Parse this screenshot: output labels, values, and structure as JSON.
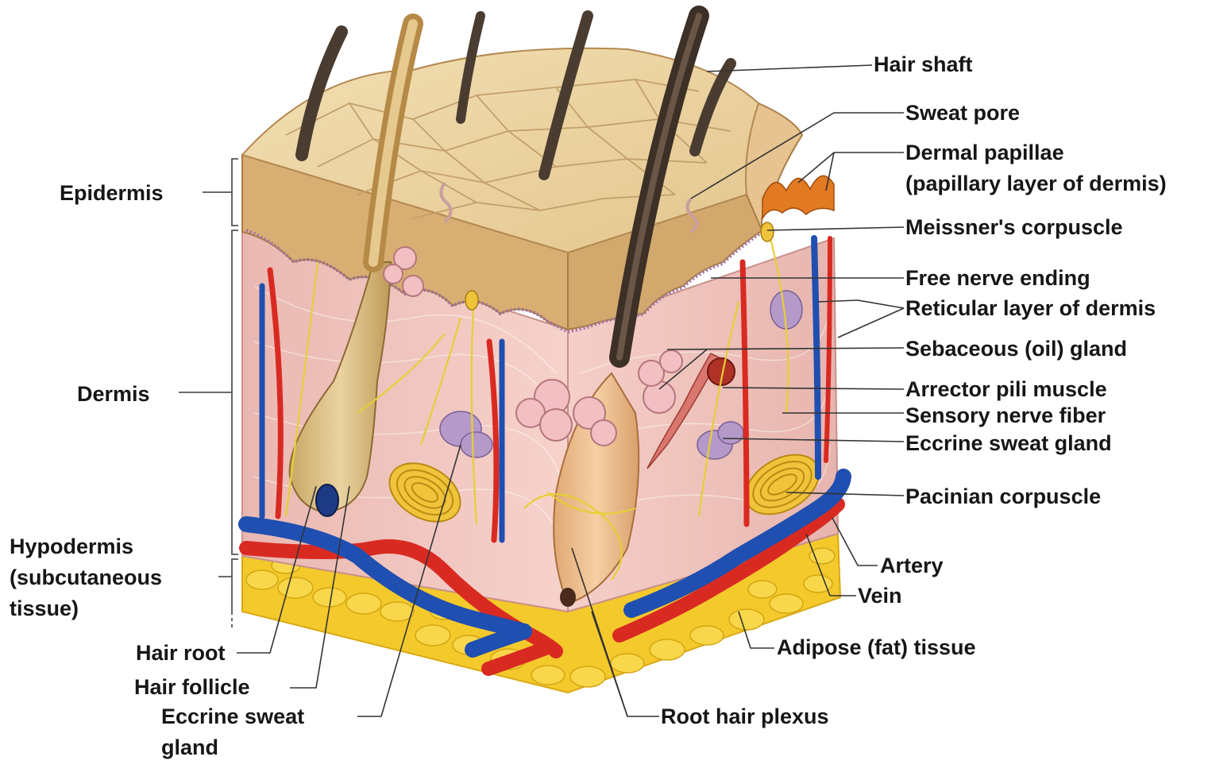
{
  "labels": {
    "left": {
      "epidermis": "Epidermis",
      "dermis": "Dermis",
      "hypodermis_line1": "Hypodermis",
      "hypodermis_line2": "(subcutaneous",
      "hypodermis_line3": "tissue)"
    },
    "bottom": {
      "hair_root": "Hair root",
      "hair_follicle": "Hair follicle",
      "eccrine_line1": "Eccrine sweat",
      "eccrine_line2": "gland",
      "root_hair_plexus": "Root hair plexus",
      "adipose": "Adipose (fat) tissue"
    },
    "right": {
      "hair_shaft": "Hair shaft",
      "sweat_pore": "Sweat pore",
      "dermal_papillae_line1": "Dermal papillae",
      "dermal_papillae_line2": "(papillary layer of dermis)",
      "meissner": "Meissner's corpuscle",
      "free_nerve": "Free nerve ending",
      "reticular": "Reticular layer of dermis",
      "sebaceous": "Sebaceous (oil) gland",
      "arrector": "Arrector pili muscle",
      "sensory": "Sensory nerve fiber",
      "eccrine": "Eccrine sweat gland",
      "pacinian": "Pacinian corpuscle",
      "artery": "Artery",
      "vein": "Vein"
    }
  },
  "colors": {
    "skin_surface": "#efd9a8",
    "epidermis": "#dcb478",
    "dermis": "#f1c6c0",
    "adipose": "#f5cc2e",
    "artery": "#d92a22",
    "vein": "#1f4fb0",
    "nerve": "#e9d23a",
    "hair": "#4a3c30",
    "leader": "#333333"
  }
}
